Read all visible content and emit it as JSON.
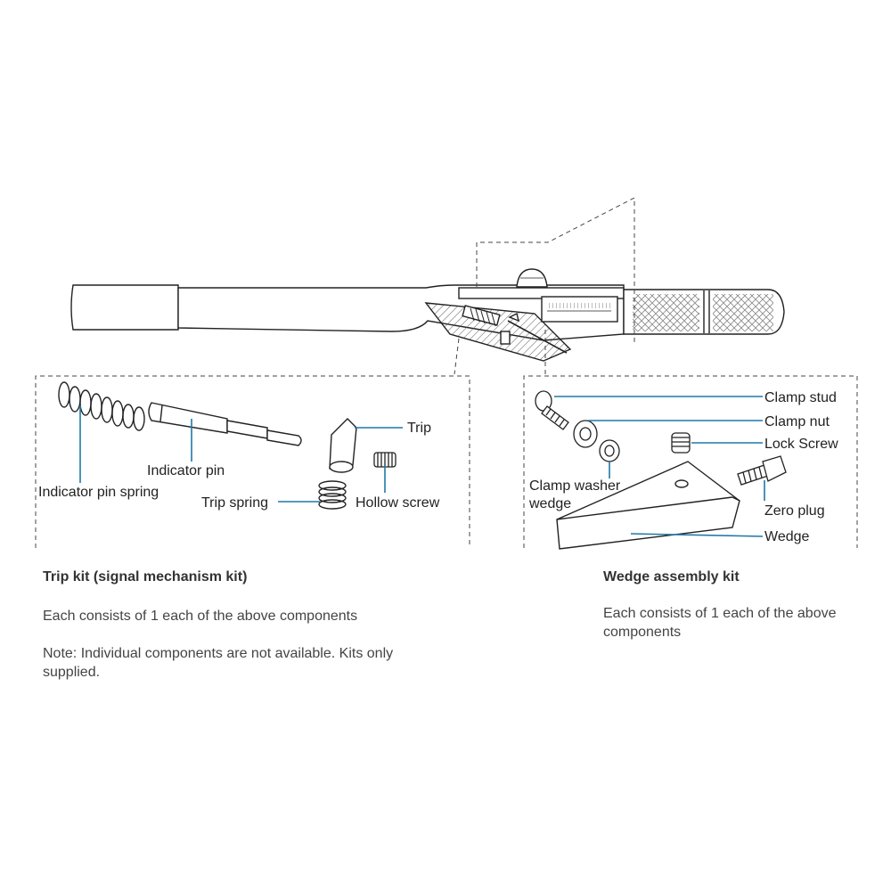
{
  "colors": {
    "leader": "#1f78a8",
    "ink": "#222222",
    "text": "#444444"
  },
  "trip_kit": {
    "labels": {
      "trip": "Trip",
      "indicator_pin": "Indicator pin",
      "indicator_pin_spring": "Indicator pin spring",
      "trip_spring": "Trip spring",
      "hollow_screw": "Hollow screw"
    },
    "title": "Trip kit (signal mechanism kit)",
    "desc": "Each consists of 1 each of the above components",
    "note": "Note: Individual components are not available. Kits only supplied."
  },
  "wedge_kit": {
    "labels": {
      "clamp_stud": "Clamp stud",
      "clamp_nut": "Clamp nut",
      "lock_screw": "Lock Screw",
      "clamp_washer_l1": "Clamp washer",
      "clamp_washer_l2": "wedge",
      "zero_plug": "Zero plug",
      "wedge": "Wedge"
    },
    "title": "Wedge assembly kit",
    "desc": "Each consists of 1 each of the above components"
  }
}
